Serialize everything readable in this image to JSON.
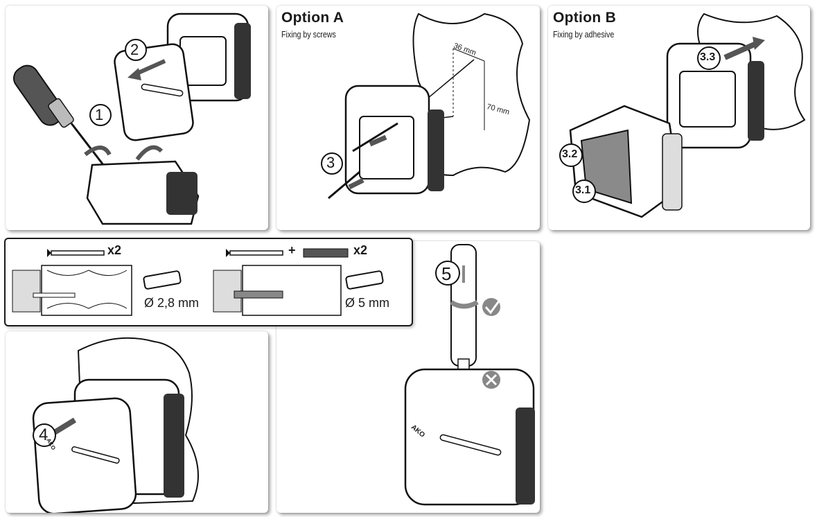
{
  "option_a": {
    "title": "Option A",
    "subtitle": "Fixing by screws",
    "dim_h": "36 mm",
    "dim_v": "70 mm"
  },
  "option_b": {
    "title": "Option B",
    "subtitle": "Fixing by adhesive"
  },
  "steps": {
    "s1": "1",
    "s2": "2",
    "s3": "3",
    "s3_1": "3.1",
    "s3_2": "3.2",
    "s3_3": "3.3",
    "s4": "4",
    "s5": "5"
  },
  "fixings": {
    "left_qty": "x2",
    "left_drill": "Ø 2,8 mm",
    "plus": "+",
    "right_qty": "x2",
    "right_drill": "Ø 5 mm"
  },
  "device_logo": "AKO"
}
